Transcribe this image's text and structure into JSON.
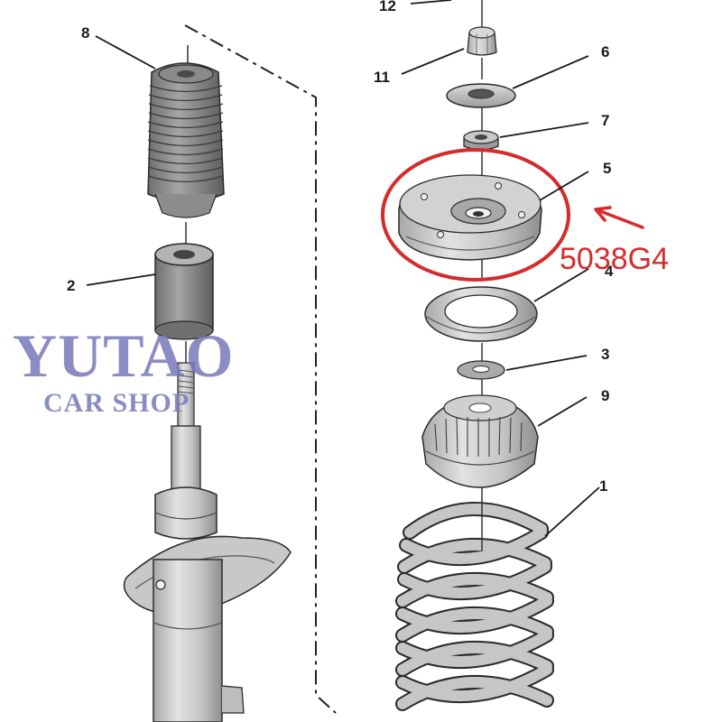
{
  "callouts": {
    "c12": "12",
    "c11": "11",
    "c8": "8",
    "c6": "6",
    "c7": "7",
    "c5": "5",
    "c4": "4",
    "c2": "2",
    "c3": "3",
    "c9": "9",
    "c1": "1"
  },
  "watermark": {
    "brand": "YUTAO",
    "tagline": "CAR SHOP"
  },
  "annotation": {
    "part_code": "5038G4",
    "highlight_color": "#d42c2c"
  },
  "colors": {
    "part_fill": "#c9c9c9",
    "part_shadow": "#9a9a9a",
    "outline": "#2a2a2a",
    "watermark": "#7678b8"
  }
}
